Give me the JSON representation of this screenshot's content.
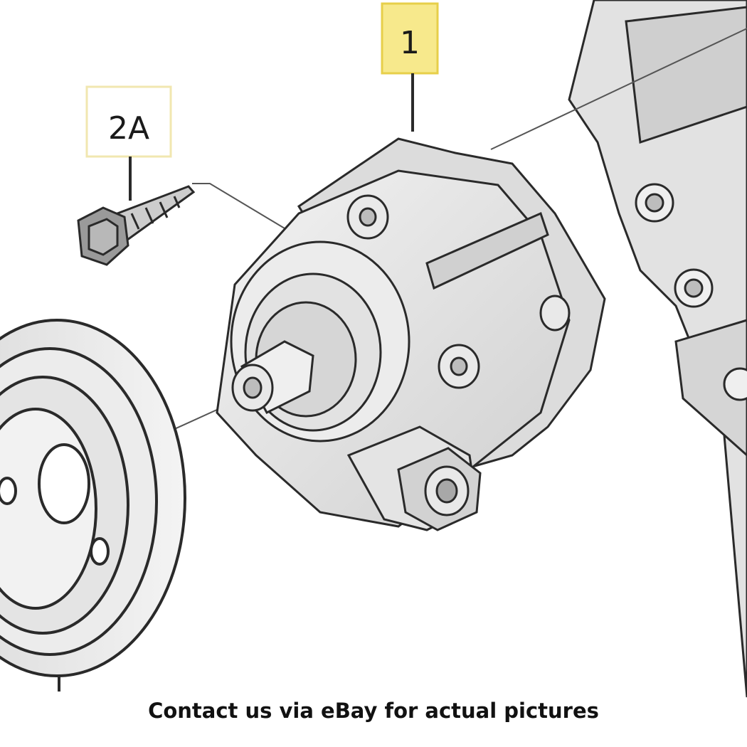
{
  "callouts": [
    {
      "id": "1",
      "label": "1",
      "highlighted": true
    },
    {
      "id": "2A",
      "label": "2A",
      "highlighted": false
    }
  ],
  "caption": "Contact us via eBay for actual pictures",
  "colors": {
    "highlight_fill": "#f7e98c",
    "highlight_border": "#e7cf4a",
    "plain_border": "#f1e7b0",
    "part_fill": "#e6e6e6",
    "part_shade": "#c9c9c9",
    "outline": "#2a2a2a"
  },
  "icons": [
    "power-steering-pump",
    "bolt",
    "pulley",
    "engine-bracket"
  ]
}
